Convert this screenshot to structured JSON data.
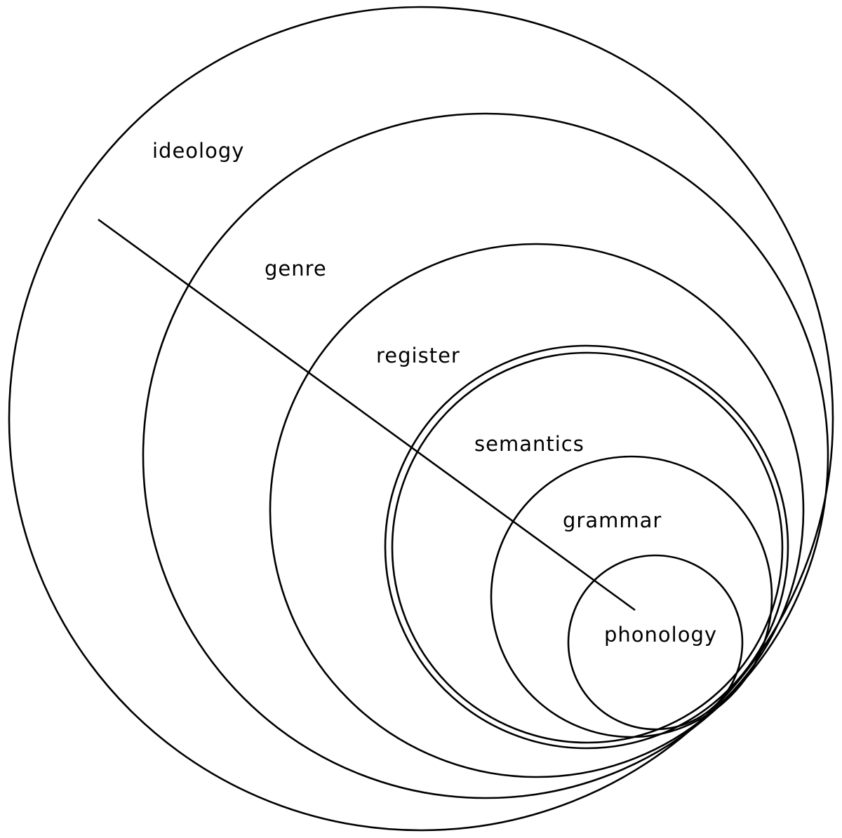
{
  "diagram": {
    "stroke_color": "#000000",
    "background": "#ffffff",
    "layers": [
      {
        "id": "ideology",
        "label": "ideology"
      },
      {
        "id": "genre",
        "label": "genre"
      },
      {
        "id": "register",
        "label": "register"
      },
      {
        "id": "semantics",
        "label": "semantics"
      },
      {
        "id": "grammar",
        "label": "grammar"
      },
      {
        "id": "phonology",
        "label": "phonology"
      }
    ]
  }
}
